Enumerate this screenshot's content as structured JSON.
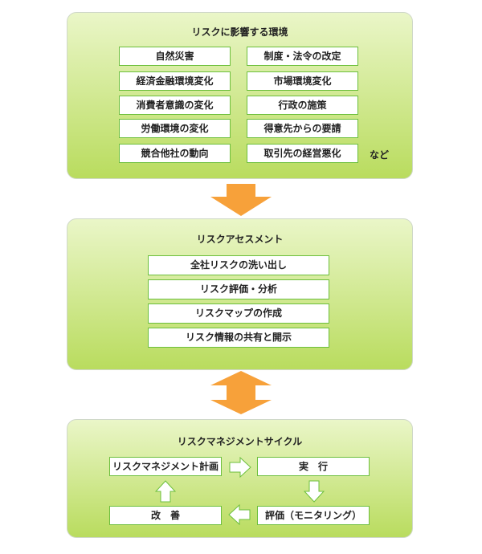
{
  "environment": {
    "title": "リスクに影響する環境",
    "left": [
      "自然災害",
      "経済金融環境変化",
      "消費者意識の変化",
      "労働環境の変化",
      "競合他社の動向"
    ],
    "right": [
      "制度・法令の改定",
      "市場環境変化",
      "行政の施策",
      "得意先からの要請",
      "取引先の経営悪化"
    ],
    "note": "など"
  },
  "assessment": {
    "title": "リスクアセスメント",
    "items": [
      "全社リスクの洗い出し",
      "リスク評価・分析",
      "リスクマップの作成",
      "リスク情報の共有と開示"
    ]
  },
  "cycle": {
    "title": "リスクマネジメントサイクル",
    "plan": "リスクマネジメント計画",
    "do": "実　行",
    "check": "評価（モニタリング）",
    "act": "改　善"
  },
  "colors": {
    "arrow": "#f7a13a",
    "border": "#6cbf3c"
  }
}
